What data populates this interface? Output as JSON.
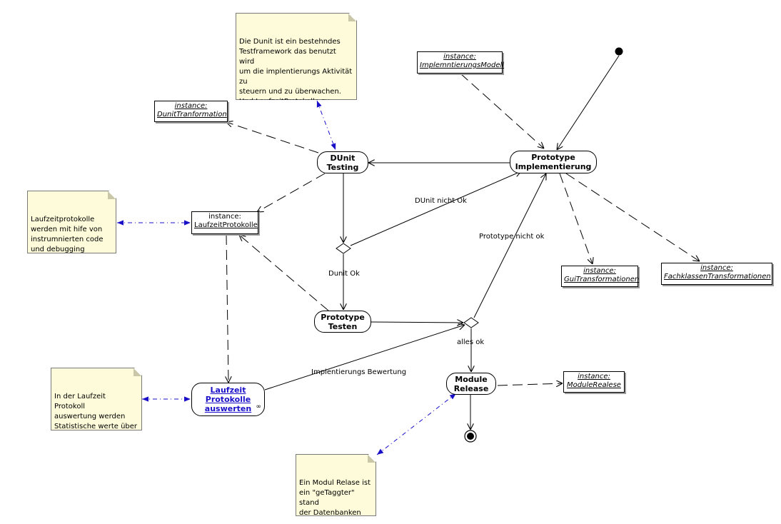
{
  "diagram": {
    "actions": {
      "dunit_testing": "DUnit\nTesting",
      "prototype_implementierung": "Prototype\nImplementierung",
      "prototype_testen": "Prototype\nTesten",
      "module_release": "Module\nRelease",
      "laufzeit_auswerten": "Laufzeit\nProtokolle\nauswerten"
    },
    "objects": {
      "dunit_tranformation": {
        "stereotype": "instance:",
        "name": "DunitTranformation"
      },
      "implementierungs_modell": {
        "stereotype": "instance:",
        "name": "ImplemntierungsModell"
      },
      "laufzeit_protokolle": {
        "stereotype": "instance:",
        "name": "LaufzeitProtokolle"
      },
      "gui_transformationen": {
        "stereotype": "instance:",
        "name": "GuiTransformationen"
      },
      "fachklassen_transformationen": {
        "stereotype": "instance:",
        "name": "FachklassenTransformationen"
      },
      "module_realese": {
        "stereotype": "instance:",
        "name": "ModuleRealese"
      }
    },
    "notes": {
      "dunit_note": "Die Dunit ist ein bestehndes\nTestframework das benutzt wird\num die implentierungs Aktivität zu\nsteuern und zu überwachen.\nUnd LaufzeitProtokolle zu\nerstellen.",
      "laufzeit_note": "Laufzeitprotokolle\nwerden mit hife von\ninstrumnierten code\nund debugging\nRahmenwerken erstellt.",
      "auswertung_note": "In der Laufzeit Protokoll\nauswertung werden\nStatistische werte über\ndie aktuelle implentierung\nerstellt.",
      "release_note": "Ein Modul Relase ist\nein \"geTaggter\" stand\nder Datenbanken\nsowie des\nQuelltextes."
    },
    "guards": {
      "dunit_nicht_ok": "DUnit nicht Ok",
      "dunit_ok": "Dunit Ok",
      "prototype_nicht_ok": "Prototype nicht ok",
      "alles_ok": "alles ok",
      "implentierungs_bewertung": "Implentierungs Bewertung"
    },
    "colors": {
      "line": "#000000",
      "note_link": "#1a10c8",
      "note_fill": "#fdfbd9"
    }
  }
}
